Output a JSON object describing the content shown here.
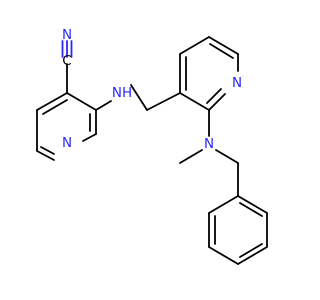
{
  "molecule": {
    "colors": {
      "bond": "#000000",
      "heteroatom": "#2828ff",
      "background": "#ffffff"
    },
    "atoms": {
      "nitrile_c": "C",
      "nitrile_n": "N",
      "amine_nh": "NH",
      "ring_a_n": "N",
      "ring_b_n": "N",
      "tertiary_n": "N"
    }
  }
}
